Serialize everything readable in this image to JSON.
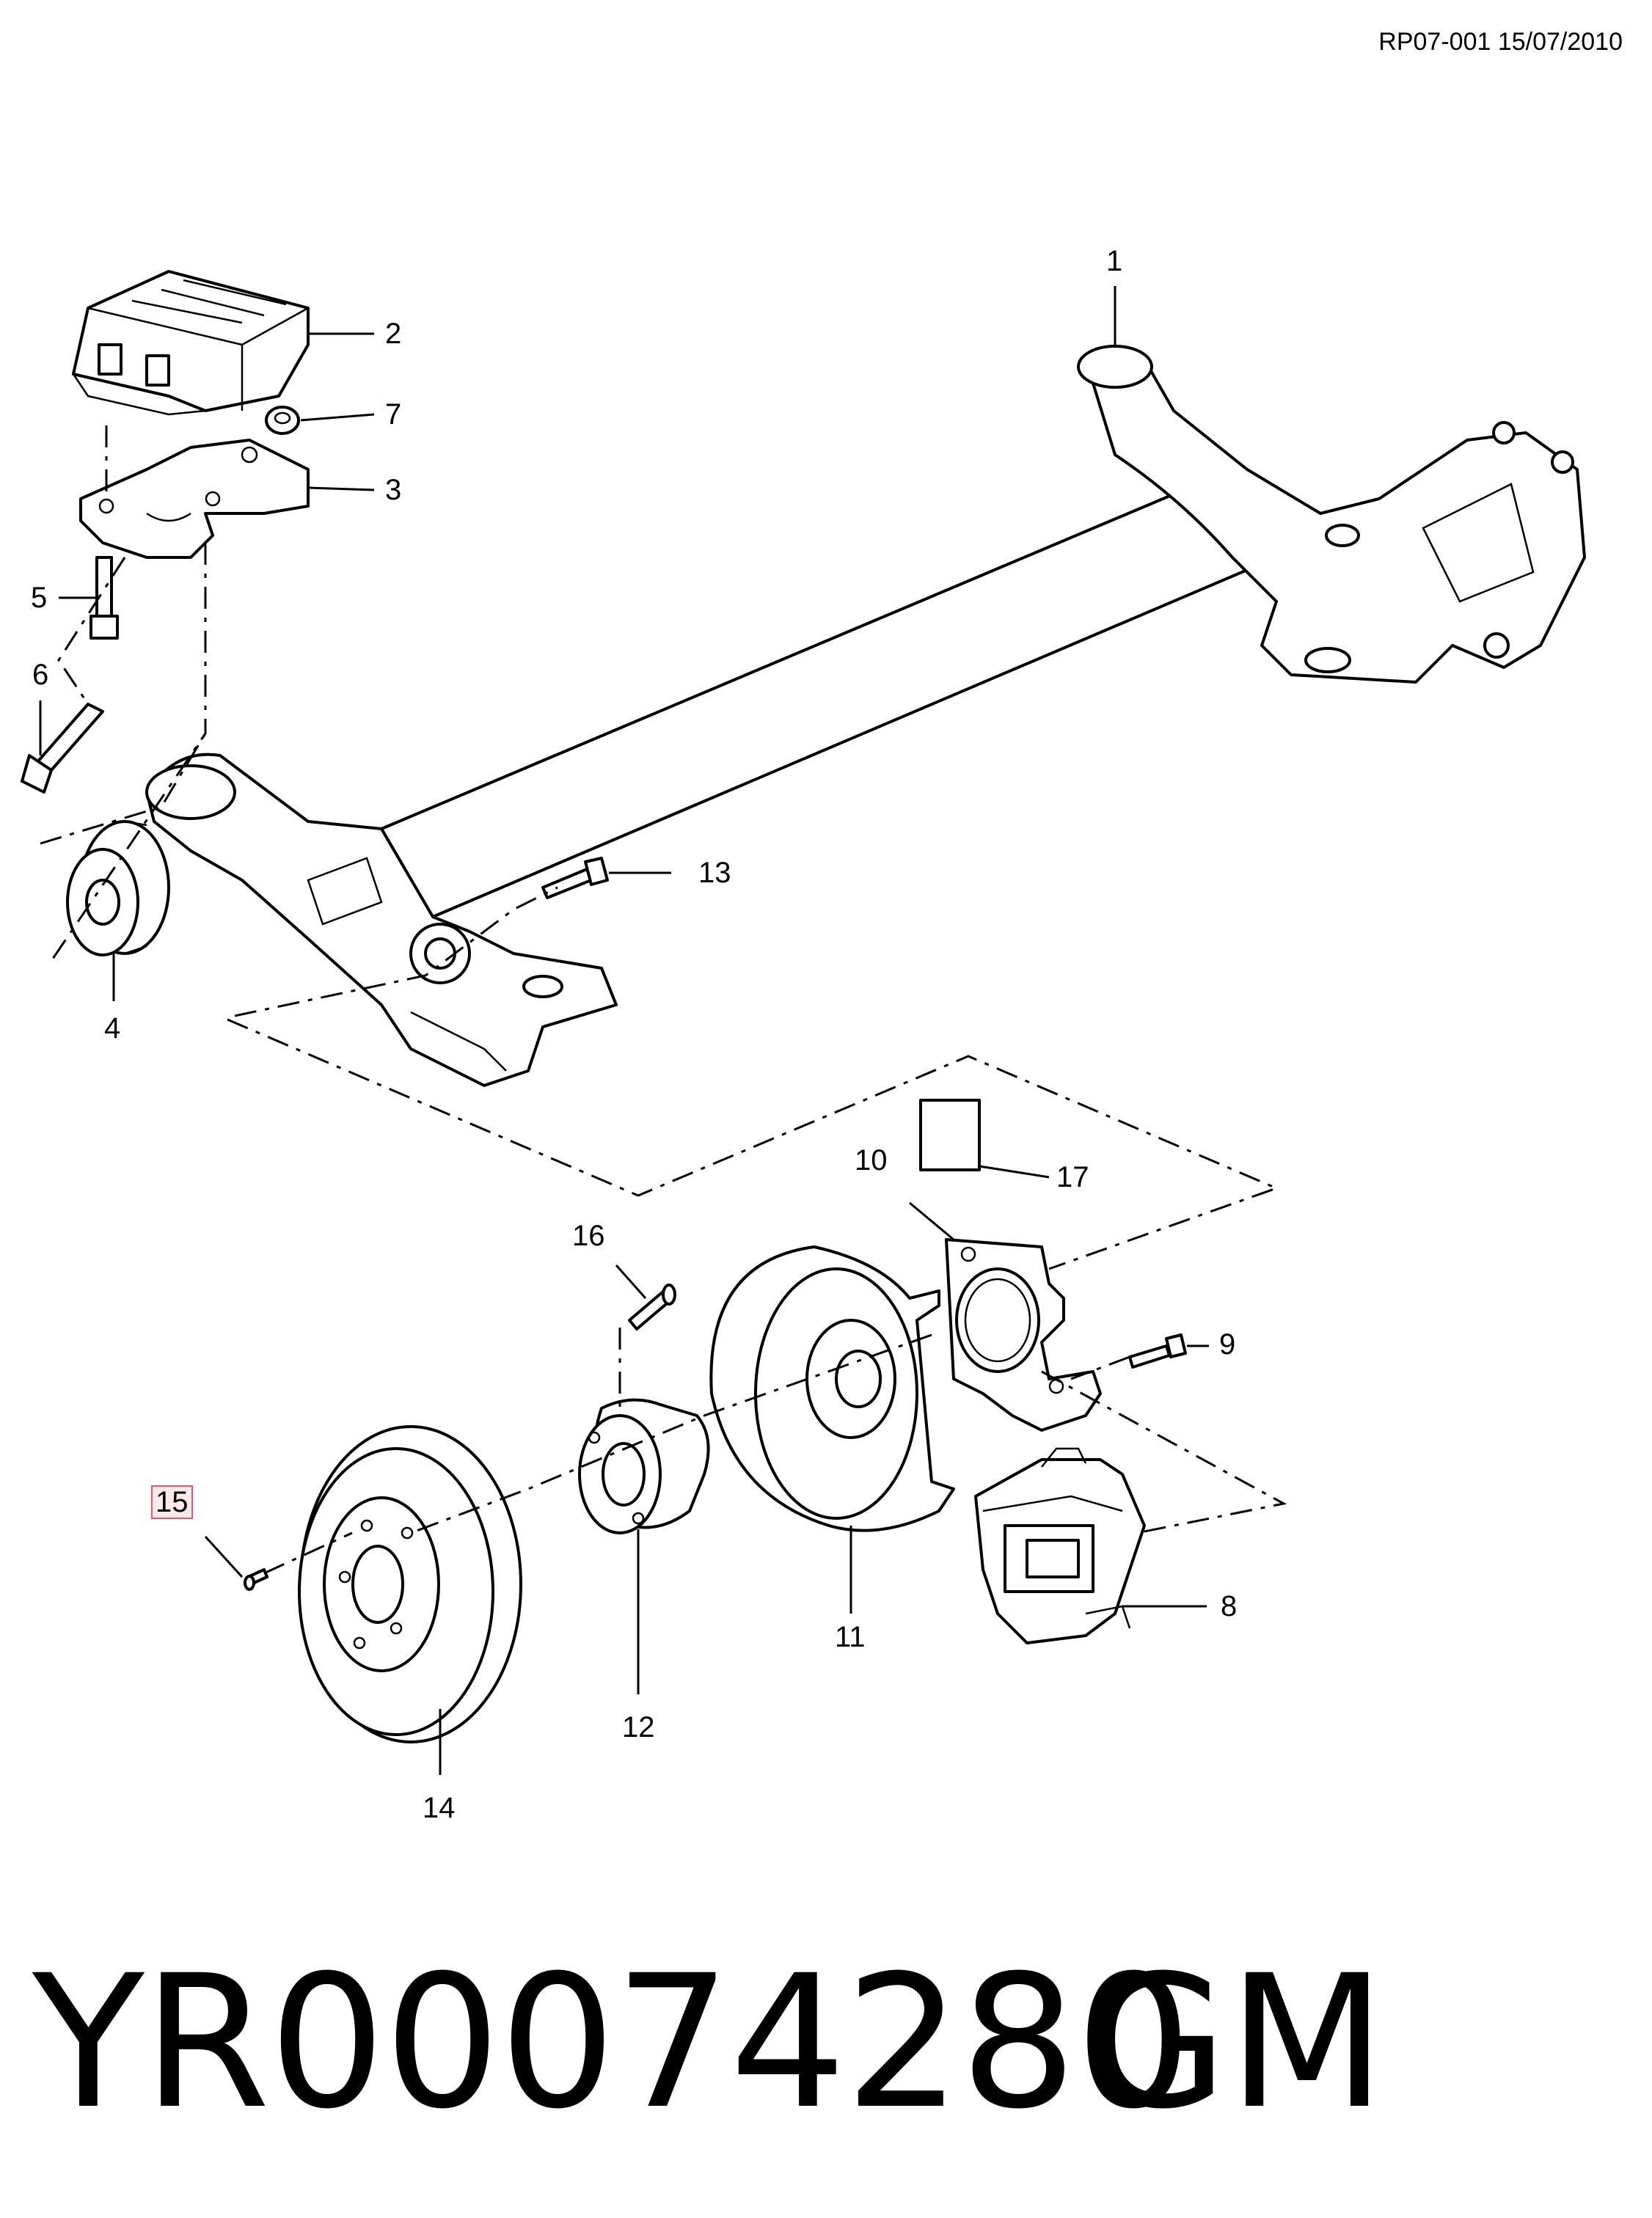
{
  "header": {
    "code_date": "RP07-001 15/07/2010"
  },
  "footer": {
    "part_number": "YR00074280",
    "manufacturer": "GM"
  },
  "callouts": [
    {
      "id": "c1",
      "label": "1"
    },
    {
      "id": "c2",
      "label": "2"
    },
    {
      "id": "c3",
      "label": "3"
    },
    {
      "id": "c4",
      "label": "4"
    },
    {
      "id": "c5",
      "label": "5"
    },
    {
      "id": "c6",
      "label": "6"
    },
    {
      "id": "c7",
      "label": "7"
    },
    {
      "id": "c8",
      "label": "8"
    },
    {
      "id": "c9",
      "label": "9"
    },
    {
      "id": "c10",
      "label": "10"
    },
    {
      "id": "c11",
      "label": "11"
    },
    {
      "id": "c12",
      "label": "12"
    },
    {
      "id": "c13",
      "label": "13"
    },
    {
      "id": "c14",
      "label": "14"
    },
    {
      "id": "c15",
      "label": "15",
      "highlighted": true
    },
    {
      "id": "c16",
      "label": "16"
    },
    {
      "id": "c17",
      "label": "17"
    }
  ],
  "highlight_color": "#e05a6a"
}
